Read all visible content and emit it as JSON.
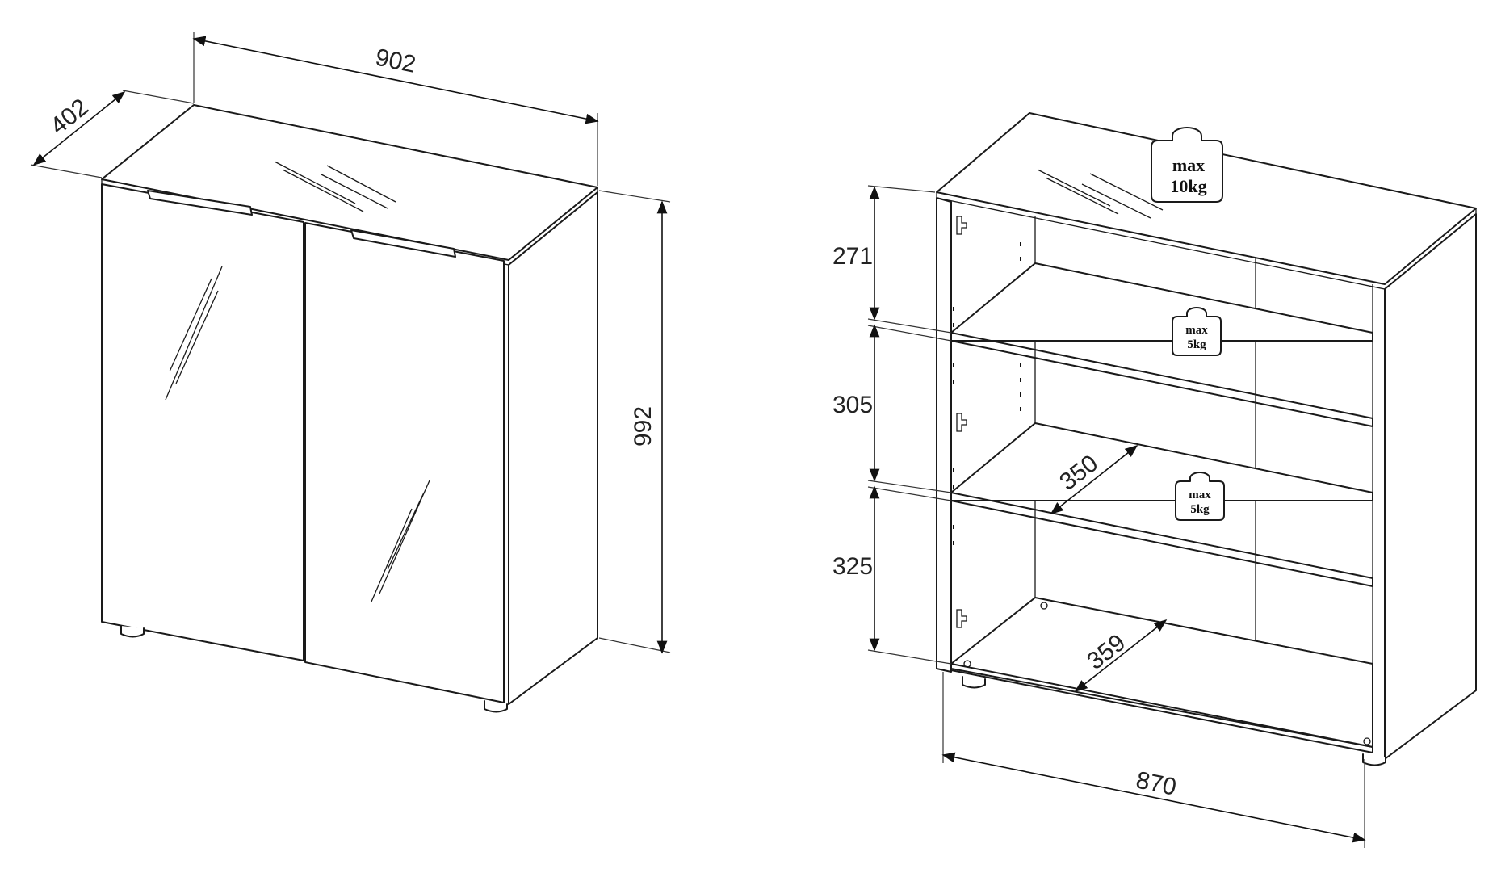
{
  "left_view": {
    "dim_width": "902",
    "dim_depth": "402",
    "dim_height": "992"
  },
  "right_view": {
    "dim_compartment_1": "271",
    "dim_compartment_2": "305",
    "dim_compartment_3": "325",
    "dim_shelf_depth": "350",
    "dim_bottom_depth": "359",
    "dim_inner_width": "870",
    "weight_top_line1": "max",
    "weight_top_line2": "10kg",
    "weight_shelf1_line1": "max",
    "weight_shelf1_line2": "5kg",
    "weight_shelf2_line1": "max",
    "weight_shelf2_line2": "5kg"
  }
}
